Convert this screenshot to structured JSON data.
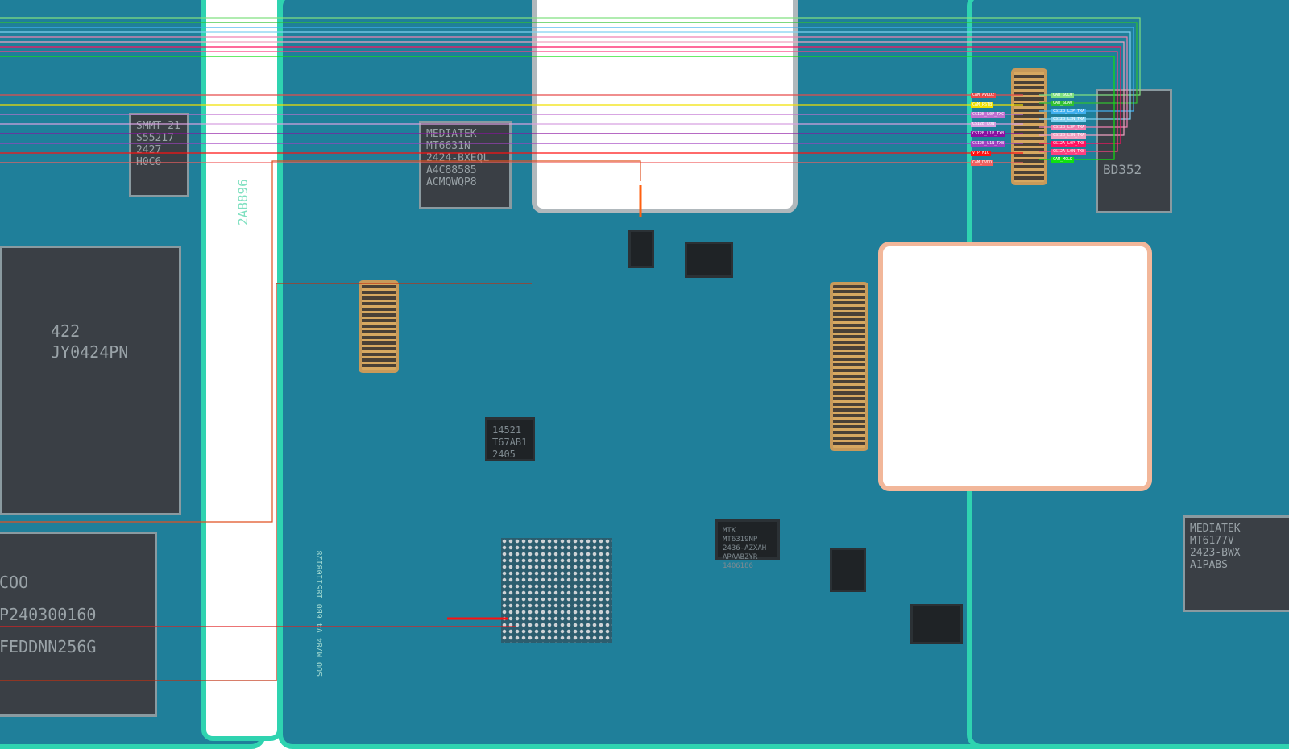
{
  "colors": {
    "board": "#1f7f9a",
    "edge": "#2fd3b0",
    "chip": "#3a3f45"
  },
  "chips": {
    "mediatek_wifi": "MEDIATEK\nMT6631N\n2424-BXEQL\nA4C88585\nACMQWQP8",
    "smmt": "SMMT 21\nS55217\n2427\nH0C6",
    "memory": "422\nJY0424PN",
    "flash": "COO\nP240300160\nFEDDNN256G",
    "pmic_small": "14521\nT67AB1\n2405",
    "mtk_pmic": "MTK\nMT6319NP\n2436-AZXAH\nAPAABZYR\n1406186",
    "mediatek_rf": "MEDIATEK\nMT6177V\n2423-BWX\nA1PABS",
    "bd": "BD352"
  },
  "board_text": {
    "side_label": "2AB896",
    "vertical_code": "SOO M784 V4 6B0 1851108128"
  },
  "connector_nets": {
    "left": [
      "CAM_AVDD2",
      "CAM_RSTB",
      "CSI2B_L0P_TXC",
      "CSI2B_L0N",
      "CSI2B_L1P_TXB",
      "CSI2B_L1N_TXB",
      "VTP_MIO",
      "CAM_DVDD"
    ],
    "right": [
      "CAM_SCL0",
      "CAM_SDA0",
      "CSI2B_L2P_TXA",
      "CSI2B_L2N_TXA",
      "CSI2B_L3P_TXA",
      "CSI2B_L3N_TXA",
      "CSI2A_L0P_TXB",
      "CSI2A_L0N_TXB",
      "CAM_MCLK"
    ]
  },
  "net_colors": {
    "left": [
      "#e84a4a",
      "#f0e000",
      "#c070d0",
      "#d8a0e0",
      "#8a10a0",
      "#a040c0",
      "#ff1010",
      "#f06060"
    ],
    "right": [
      "#80e080",
      "#30c030",
      "#40b0f0",
      "#80d0f0",
      "#f080b0",
      "#f0a0c0",
      "#ff1060",
      "#ff4080",
      "#10e010"
    ]
  }
}
